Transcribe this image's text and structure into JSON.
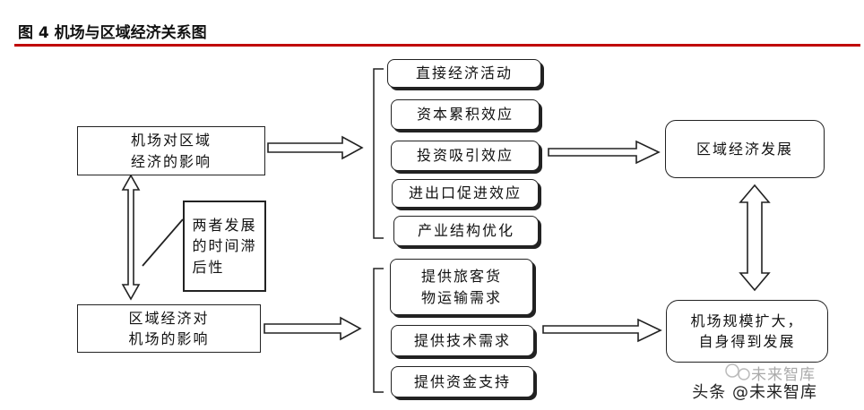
{
  "figure_title": "图 4 机场与区域经济关系图",
  "nodes": {
    "airport_to_region": "机场对区域\n经济的影响",
    "region_to_airport": "区域经济对\n机场的影响",
    "lag": "两者发展\n的时间滞\n后性",
    "regional_development": "区域经济发展",
    "airport_expansion": "机场规模扩大，\n自身得到发展"
  },
  "upper_effects": [
    "直接经济活动",
    "资本累积效应",
    "投资吸引效应",
    "进出口促进效应",
    "产业结构优化"
  ],
  "lower_effects": [
    "提供旅客货\n物运输需求",
    "提供技术需求",
    "提供资金支持"
  ],
  "watermark": {
    "line1": "未来智库",
    "line2": "头条 @未来智库"
  }
}
